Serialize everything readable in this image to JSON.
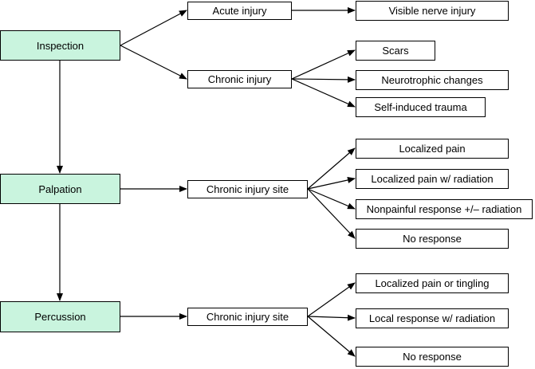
{
  "diagram": {
    "colors": {
      "main_fill": "#c9f4de",
      "box_fill": "#ffffff",
      "stroke": "#000000"
    },
    "nodes": {
      "inspection": "Inspection",
      "palpation": "Palpation",
      "percussion": "Percussion",
      "acute_injury": "Acute injury",
      "chronic_injury": "Chronic injury",
      "chronic_injury_site_palpation": "Chronic injury site",
      "chronic_injury_site_percussion": "Chronic injury site",
      "visible_nerve_injury": "Visible nerve injury",
      "scars": "Scars",
      "neurotrophic_changes": "Neurotrophic changes",
      "self_induced_trauma": "Self-induced trauma",
      "localized_pain": "Localized pain",
      "localized_pain_radiation": "Localized pain w/ radiation",
      "nonpainful_response": "Nonpainful response +/– radiation",
      "no_response_palpation": "No response",
      "localized_pain_tingling": "Localized pain or tingling",
      "local_response_radiation": "Local response w/ radiation",
      "no_response_percussion": "No response"
    }
  }
}
